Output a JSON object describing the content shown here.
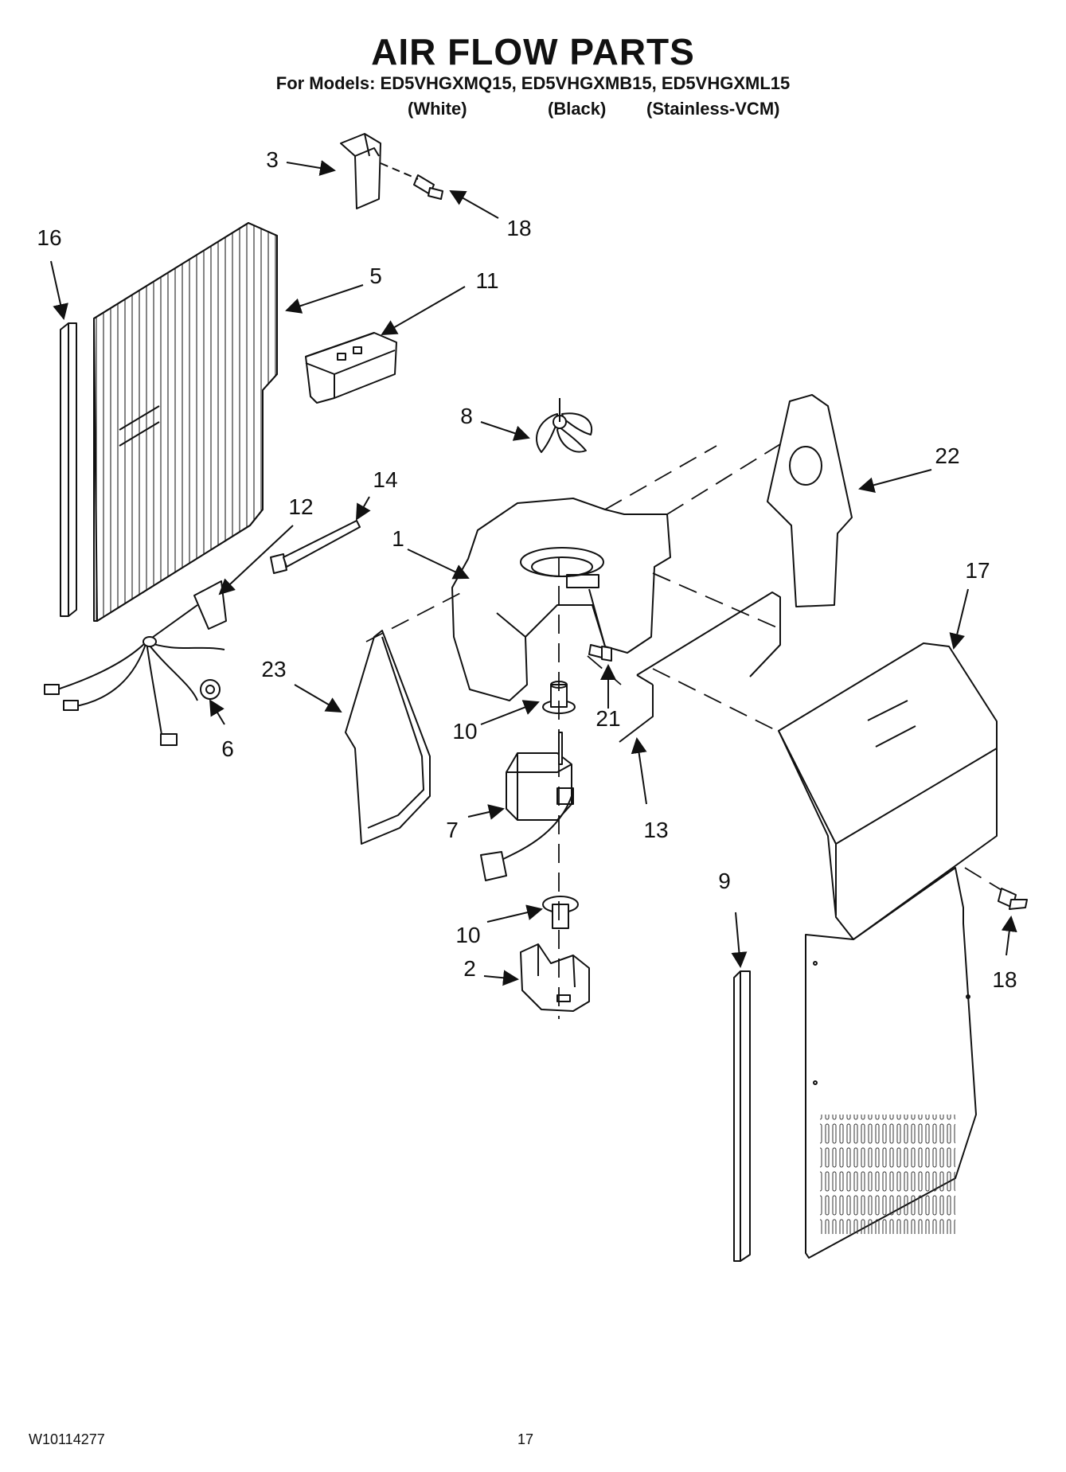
{
  "header": {
    "title": "AIR FLOW PARTS",
    "models_line": "For Models: ED5VHGXMQ15, ED5VHGXMB15, ED5VHGXML15",
    "variants": [
      "(White)",
      "(Black)",
      "(Stainless-VCM)"
    ]
  },
  "callouts": {
    "c1": "1",
    "c2": "2",
    "c3": "3",
    "c5": "5",
    "c6": "6",
    "c7": "7",
    "c8": "8",
    "c9": "9",
    "c10a": "10",
    "c10b": "10",
    "c11": "11",
    "c12": "12",
    "c13": "13",
    "c14": "14",
    "c16": "16",
    "c17": "17",
    "c18a": "18",
    "c18b": "18",
    "c21": "21",
    "c22": "22",
    "c23": "23"
  },
  "footer": {
    "doc_number": "W10114277",
    "page_number": "17"
  }
}
